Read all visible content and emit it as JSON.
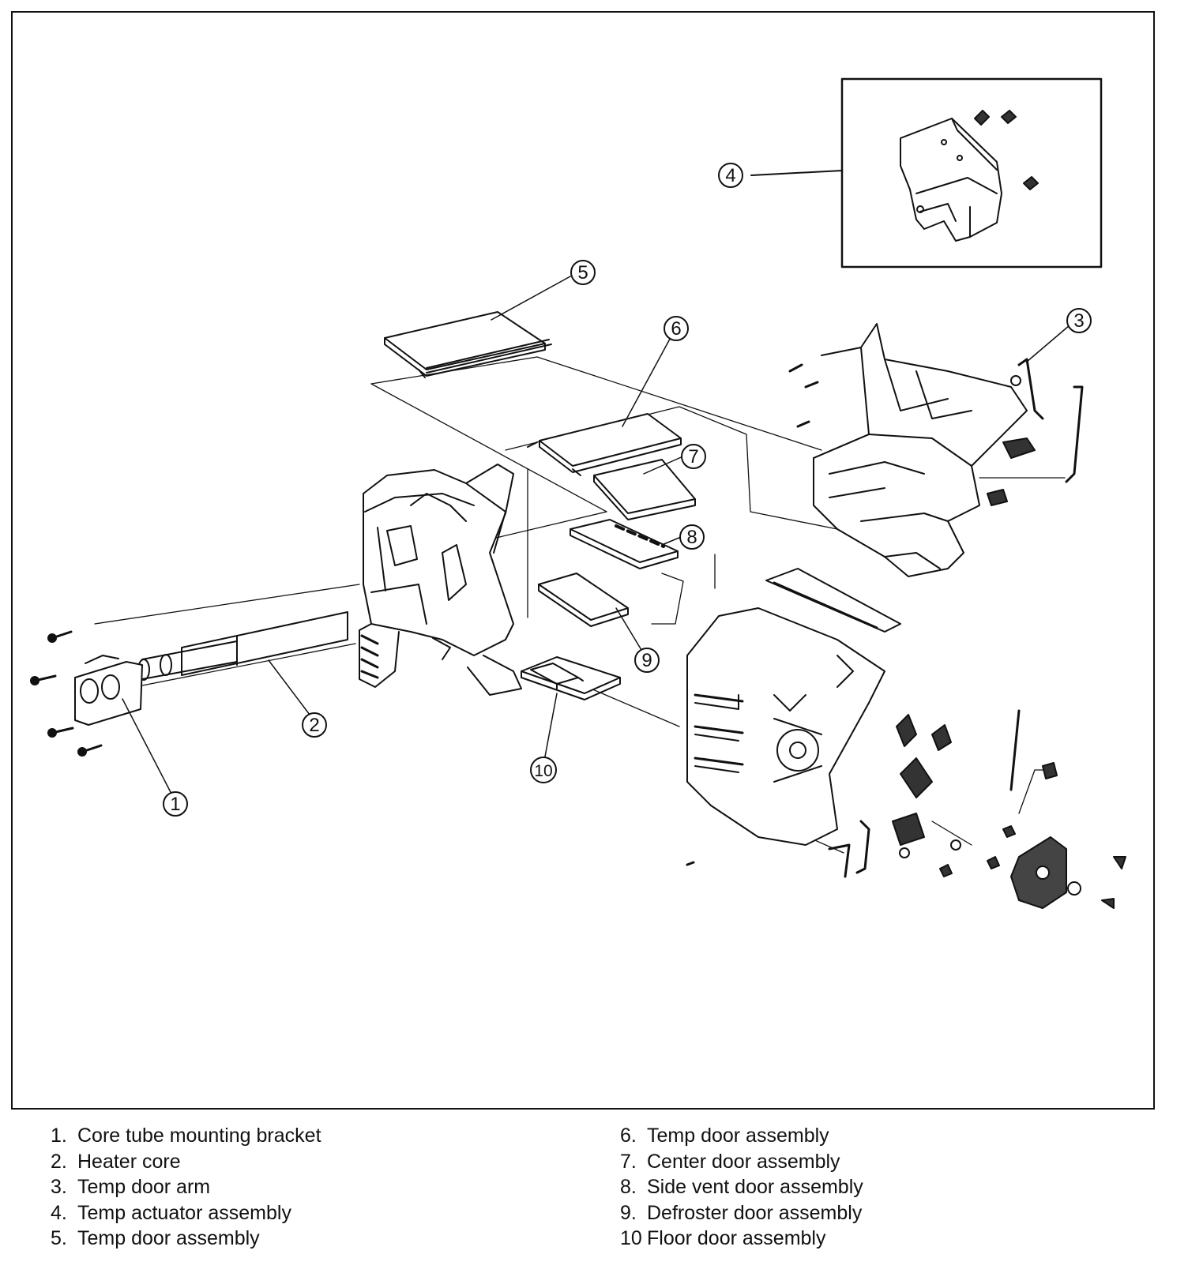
{
  "callouts": [
    {
      "id": "1",
      "label": "1"
    },
    {
      "id": "2",
      "label": "2"
    },
    {
      "id": "3",
      "label": "3"
    },
    {
      "id": "4",
      "label": "4"
    },
    {
      "id": "5",
      "label": "5"
    },
    {
      "id": "6",
      "label": "6"
    },
    {
      "id": "7",
      "label": "7"
    },
    {
      "id": "8",
      "label": "8"
    },
    {
      "id": "9",
      "label": "9"
    },
    {
      "id": "10",
      "label": "10"
    }
  ],
  "legend": {
    "left": [
      {
        "num": "1.",
        "text": "Core tube mounting bracket"
      },
      {
        "num": "2.",
        "text": "Heater core"
      },
      {
        "num": "3.",
        "text": "Temp door arm"
      },
      {
        "num": "4.",
        "text": "Temp actuator assembly"
      },
      {
        "num": "5.",
        "text": "Temp door assembly"
      }
    ],
    "right": [
      {
        "num": "6.",
        "text": "Temp door assembly"
      },
      {
        "num": "7.",
        "text": "Center door assembly"
      },
      {
        "num": "8.",
        "text": "Side vent door assembly"
      },
      {
        "num": "9.",
        "text": "Defroster door assembly"
      },
      {
        "num": "10",
        "text": "Floor door assembly"
      }
    ]
  },
  "colors": {
    "ink": "#111111",
    "paper": "#ffffff"
  }
}
